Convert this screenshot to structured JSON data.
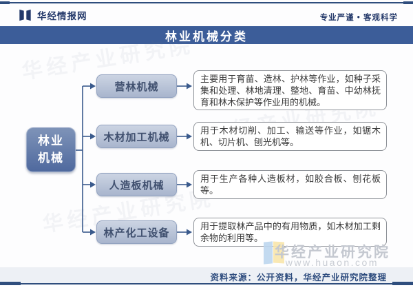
{
  "header": {
    "brand": "华经情报网",
    "tagline": "专业严谨 • 客观科学"
  },
  "title": "林业机械分类",
  "root": {
    "label_line1": "林业",
    "label_line2": "机械"
  },
  "branches": [
    {
      "label": "营林机械",
      "desc": "主要用于育苗、造林、护林等作业，如种子采集和处理、林地清理、整地、育苗、中幼林抚育和林木保护等作业用的机械。"
    },
    {
      "label": "木材加工机械",
      "desc": "用于木材切削、加工、输送等作业，如锯木机、切片机、刨光机等。"
    },
    {
      "label": "人造板机械",
      "desc": "用于生产各种人造板材，如胶合板、刨花板等。"
    },
    {
      "label": "林产化工设备",
      "desc": "用于提取林产品中的有用物质，如木材加工剩余物的利用等。"
    }
  ],
  "watermark": {
    "name": "华经产业研究院",
    "url": "www.huaon.com"
  },
  "footer": {
    "source": "资料来源：公开资料，华经产业研究院整理"
  },
  "colors": {
    "accent": "#2e4d7d",
    "title_bar_bg": "#3c5d99",
    "root_box_start": "#7e93b8",
    "root_box_end": "#4f699e",
    "branch_box_start": "#ccd4e3",
    "branch_box_end": "#a8b5cd",
    "branch_border": "#93a3c0",
    "branch_text": "#40506f",
    "connector": "#3a5a8c",
    "desc_border": "#8f9399",
    "wm_blue": "#bcd6ee",
    "wm_yellow": "#f8e6ab",
    "footer_band": "#edf0f5"
  }
}
